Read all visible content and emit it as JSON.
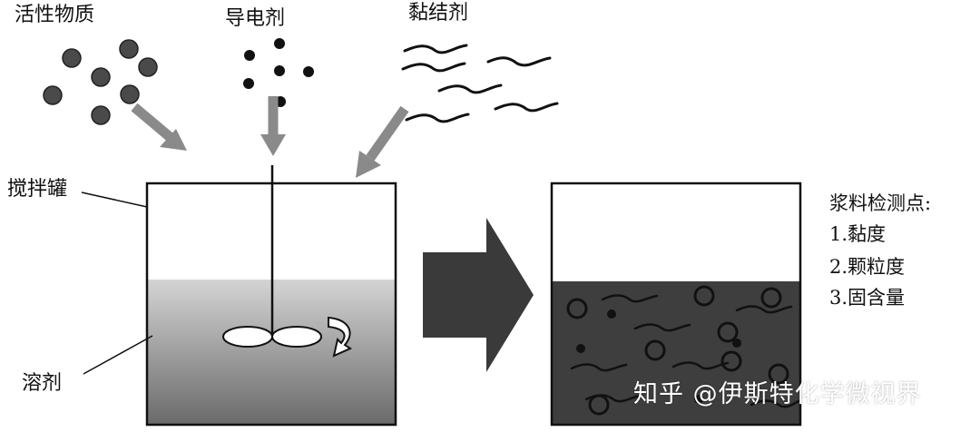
{
  "labels": {
    "active_material": "活性物质",
    "conductive_agent": "导电剂",
    "binder": "黏结剂",
    "mixing_tank": "搅拌罐",
    "solvent": "溶剂"
  },
  "checkpoints": {
    "title": "浆料检测点:",
    "items": [
      "1.黏度",
      "2.颗粒度",
      "3.固含量"
    ]
  },
  "watermark": "知乎 @伊斯特化学微视界",
  "colors": {
    "particle": "#4a4a4a",
    "arrow_gray": "#8a8a8a",
    "big_arrow": "#3a3a3a",
    "slurry": "#3e3e3e",
    "solvent_top": "#cfcfcf",
    "solvent_bottom": "#6e6e6e"
  }
}
